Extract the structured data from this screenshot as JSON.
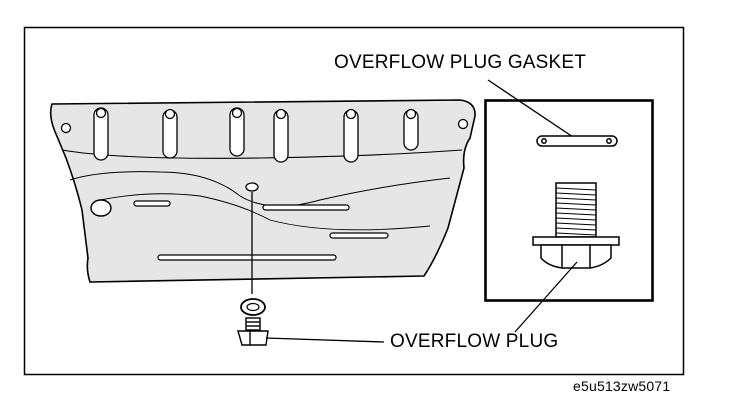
{
  "labels": {
    "gasket": "OVERFLOW PLUG GASKET",
    "plug": "OVERFLOW PLUG",
    "figure_code": "e5u513zw5071"
  },
  "colors": {
    "line": "#000000",
    "pan_fill": "#e6e6e6",
    "background": "#ffffff"
  }
}
